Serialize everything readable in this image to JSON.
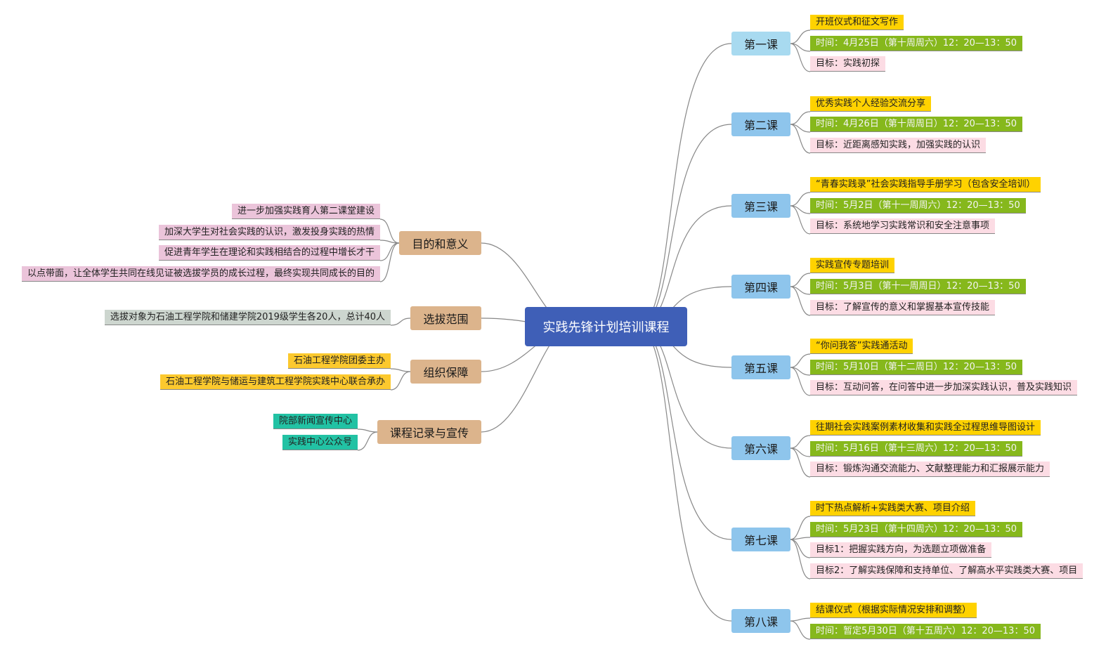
{
  "center": "实践先锋计划培训课程",
  "lessons": [
    {
      "title": "第一课",
      "color": "#a8daf0",
      "items": [
        {
          "text": "开班仪式和征文写作",
          "kind": "yellow"
        },
        {
          "text": "时间：4月25日（第十周周六）12：20—13：50",
          "kind": "green"
        },
        {
          "text": "目标：实践初探",
          "kind": "pink"
        }
      ]
    },
    {
      "title": "第二课",
      "color": "#8ec5ec",
      "items": [
        {
          "text": "优秀实践个人经验交流分享",
          "kind": "yellow"
        },
        {
          "text": "时间：4月26日（第十周周日）12：20—13：50",
          "kind": "green"
        },
        {
          "text": "目标：近距离感知实践，加强实践的认识",
          "kind": "pink"
        }
      ]
    },
    {
      "title": "第三课",
      "color": "#8ec5ec",
      "items": [
        {
          "text": "“青春实践录”社会实践指导手册学习（包含安全培训）",
          "kind": "yellow"
        },
        {
          "text": "时间：5月2日（第十一周周六）12：20—13：50",
          "kind": "green"
        },
        {
          "text": "目标：系统地学习实践常识和安全注意事项",
          "kind": "pink"
        }
      ]
    },
    {
      "title": "第四课",
      "color": "#8ec5ec",
      "items": [
        {
          "text": "实践宣传专题培训",
          "kind": "yellow"
        },
        {
          "text": "时间：5月3日（第十一周周日）12：20—13：50",
          "kind": "green"
        },
        {
          "text": "目标：了解宣传的意义和掌握基本宣传技能",
          "kind": "pink"
        }
      ]
    },
    {
      "title": "第五课",
      "color": "#8ec5ec",
      "items": [
        {
          "text": "“你问我答”实践通活动",
          "kind": "yellow"
        },
        {
          "text": "时间：5月10日（第十二周日）12：20—13：50",
          "kind": "green"
        },
        {
          "text": "目标：互动问答，在问答中进一步加深实践认识，普及实践知识",
          "kind": "pink"
        }
      ]
    },
    {
      "title": "第六课",
      "color": "#8ec5ec",
      "items": [
        {
          "text": "往期社会实践案例素材收集和实践全过程思维导图设计",
          "kind": "yellow"
        },
        {
          "text": "时间：5月16日（第十三周六）12：20—13：50",
          "kind": "green"
        },
        {
          "text": "目标：锻炼沟通交流能力、文献整理能力和汇报展示能力",
          "kind": "pink"
        }
      ]
    },
    {
      "title": "第七课",
      "color": "#8ec5ec",
      "items": [
        {
          "text": "时下热点解析+实践类大赛、项目介绍",
          "kind": "yellow"
        },
        {
          "text": "时间：5月23日（第十四周六）12：20—13：50",
          "kind": "green"
        },
        {
          "text": "目标1：把握实践方向，为选题立项做准备",
          "kind": "pink"
        },
        {
          "text": "目标2：了解实践保障和支持单位、了解高水平实践类大赛、项目",
          "kind": "pink"
        }
      ]
    },
    {
      "title": "第八课",
      "color": "#8ec5ec",
      "items": [
        {
          "text": "结课仪式（根据实际情况安排和调整）",
          "kind": "yellow"
        },
        {
          "text": "时间：暂定5月30日（第十五周六）12：20—13：50",
          "kind": "green"
        }
      ]
    }
  ],
  "left": [
    {
      "title": "目的和意义",
      "items": [
        {
          "text": "进一步加强实践育人第二课堂建设",
          "kind": "lpink"
        },
        {
          "text": "加深大学生对社会实践的认识，激发投身实践的热情",
          "kind": "lpink"
        },
        {
          "text": "促进青年学生在理论和实践相结合的过程中增长才干",
          "kind": "lpink"
        },
        {
          "text": "以点带面，让全体学生共同在线见证被选拔学员的成长过程，最终实现共同成长的目的",
          "kind": "lpink"
        }
      ]
    },
    {
      "title": "选拔范围",
      "items": [
        {
          "text": "选拔对象为石油工程学院和储建学院2019级学生各20人，总计40人",
          "kind": "grey"
        }
      ]
    },
    {
      "title": "组织保障",
      "items": [
        {
          "text": "石油工程学院团委主办",
          "kind": "ylw2"
        },
        {
          "text": "石油工程学院与储运与建筑工程学院实践中心联合承办",
          "kind": "ylw2"
        }
      ]
    },
    {
      "title": "课程记录与宣传",
      "items": [
        {
          "text": "院部新闻宣传中心",
          "kind": "teal"
        },
        {
          "text": "实践中心公众号",
          "kind": "teal"
        }
      ]
    }
  ]
}
